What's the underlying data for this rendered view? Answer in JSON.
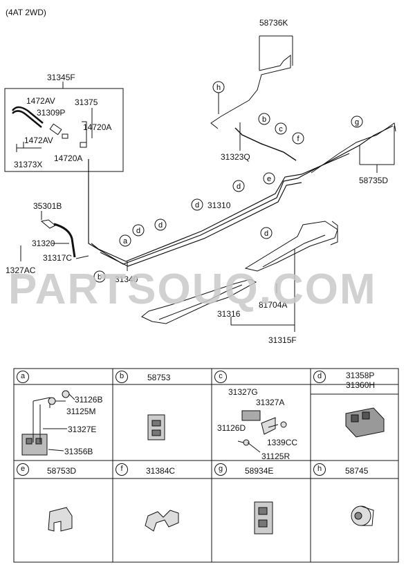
{
  "header": {
    "variant": "(4AT 2WD)"
  },
  "watermark": "PARTSOUQ.COM",
  "diagram": {
    "part_labels": {
      "p58736K": "58736K",
      "p31345F": "31345F",
      "p1472AV_a": "1472AV",
      "p31375": "31375",
      "p31309P": "31309P",
      "p14720A_a": "14720A",
      "p1472AV_b": "1472AV",
      "p31373X": "31373X",
      "p14720A_b": "14720A",
      "p31323Q": "31323Q",
      "p58735D": "58735D",
      "p35301B": "35301B",
      "p31310": "31310",
      "p31320": "31320",
      "p1327AC": "1327AC",
      "p31317C": "31317C",
      "p31340": "31340",
      "p81704A": "81704A",
      "p31316": "31316",
      "p31315F": "31315F"
    },
    "callouts": [
      "h",
      "b",
      "c",
      "f",
      "g",
      "e",
      "d",
      "d",
      "d",
      "d",
      "d",
      "a",
      "b"
    ]
  },
  "legend": {
    "cells": [
      {
        "key": "a",
        "parts": [
          "31126B",
          "31125M",
          "31327E",
          "31356B"
        ]
      },
      {
        "key": "b",
        "parts": [
          "58753"
        ]
      },
      {
        "key": "c",
        "parts": [
          "31327G",
          "31327A",
          "31126D",
          "1339CC",
          "31125R"
        ]
      },
      {
        "key": "d",
        "parts": [
          "31358P",
          "31360H"
        ]
      },
      {
        "key": "e",
        "parts": [
          "58753D"
        ]
      },
      {
        "key": "f",
        "parts": [
          "31384C"
        ]
      },
      {
        "key": "g",
        "parts": [
          "58934E"
        ]
      },
      {
        "key": "h",
        "parts": [
          "58745"
        ]
      }
    ]
  }
}
